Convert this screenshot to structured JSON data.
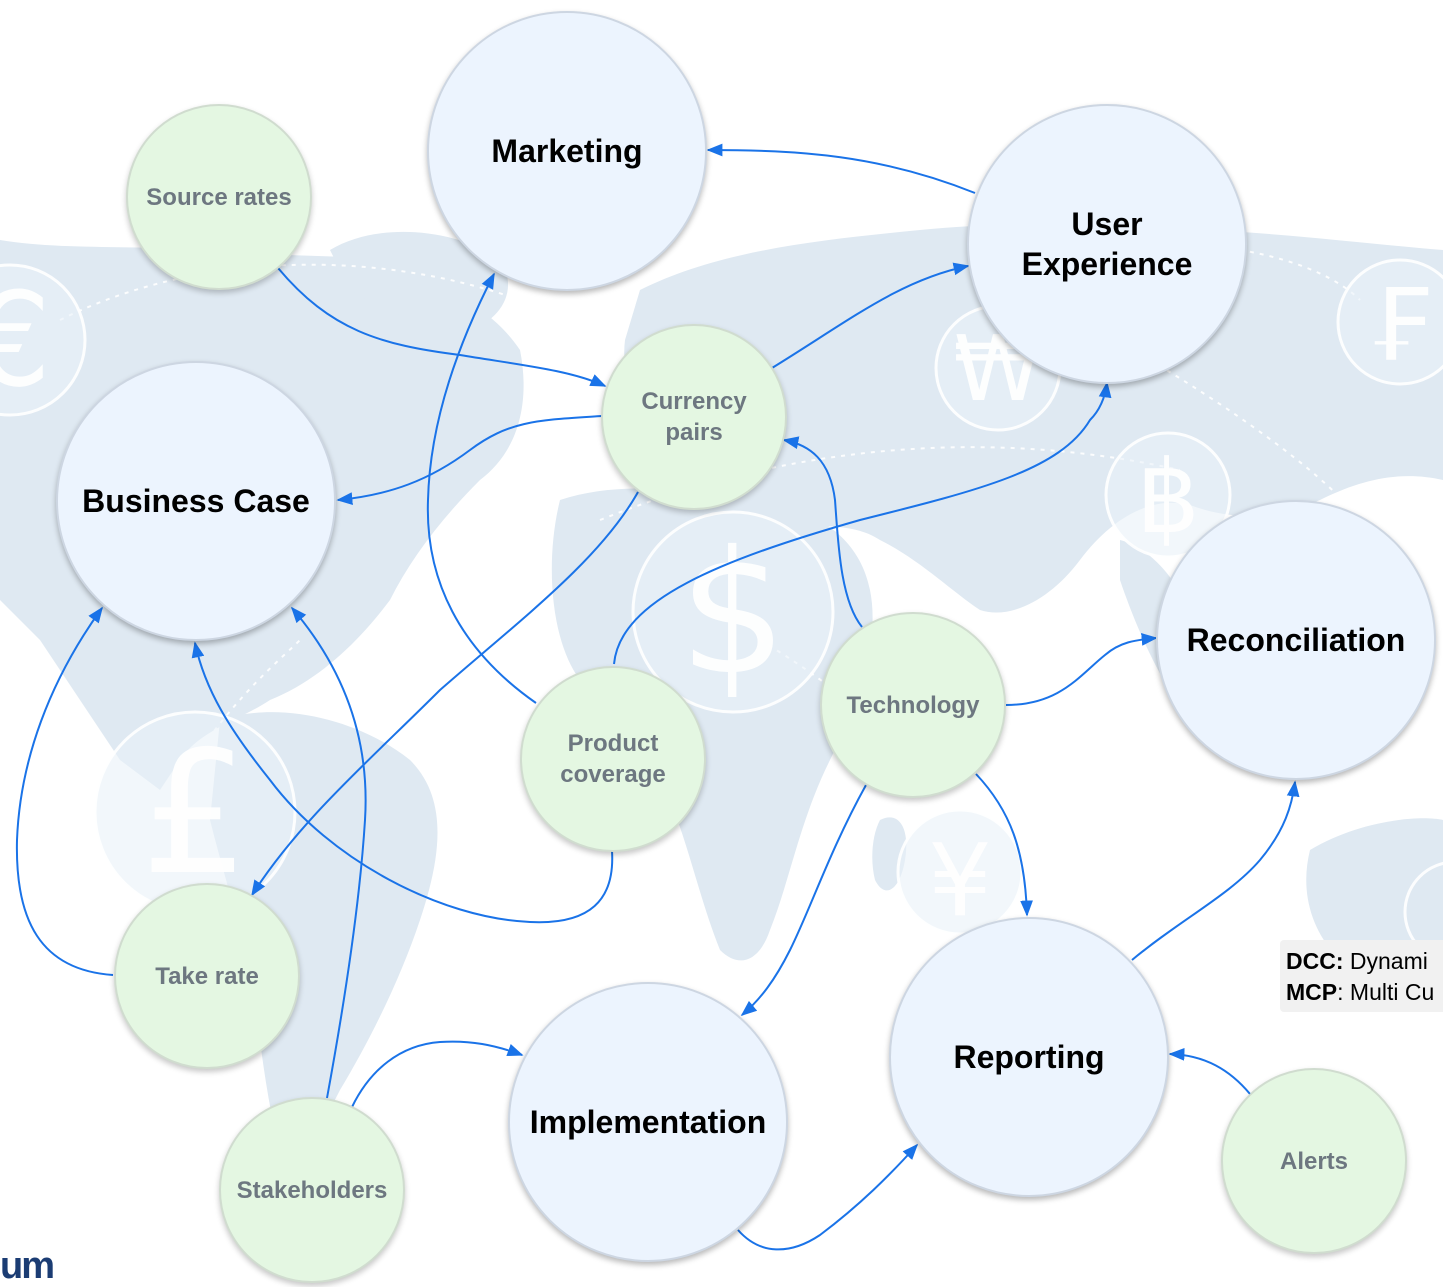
{
  "nodes": {
    "marketing": "Marketing",
    "user_experience_line1": "User",
    "user_experience_line2": "Experience",
    "business_case": "Business Case",
    "reconciliation": "Reconciliation",
    "implementation": "Implementation",
    "reporting": "Reporting",
    "source_rates": "Source rates",
    "currency_pairs_line1": "Currency",
    "currency_pairs_line2": "pairs",
    "technology": "Technology",
    "product_coverage_line1": "Product",
    "product_coverage_line2": "coverage",
    "take_rate": "Take rate",
    "stakeholders": "Stakeholders",
    "alerts": "Alerts"
  },
  "legend": {
    "dcc_abbr": "DCC:",
    "dcc_text": " Dynami",
    "mcp_abbr": "MCP",
    "mcp_text": ": Multi Cu"
  },
  "background_symbols": [
    "euro-icon",
    "won-icon",
    "franc-icon",
    "baht-icon",
    "dollar-icon",
    "pound-icon",
    "yen-icon"
  ],
  "logo_fragment": "um",
  "colors": {
    "big_node_fill": "#ecf4fe",
    "small_node_fill": "#e4f7e2",
    "small_node_text": "#6d7780",
    "edge": "#1a73e8",
    "map": "#dfe9f2"
  }
}
